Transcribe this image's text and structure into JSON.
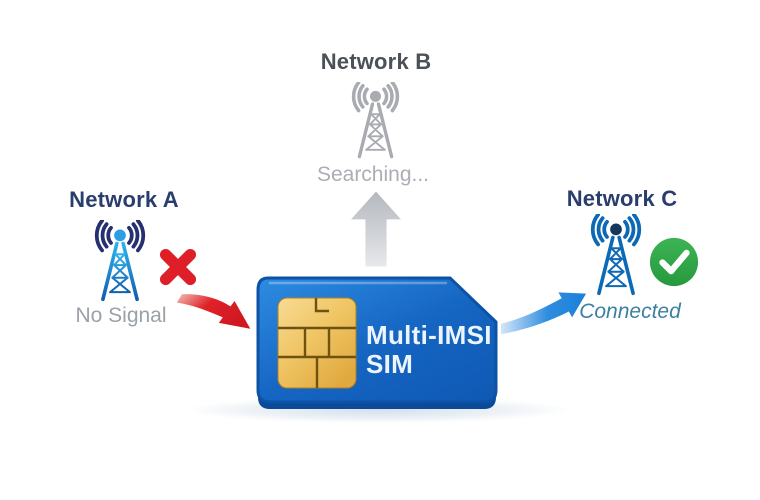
{
  "networks": {
    "a": {
      "name": "Network A",
      "status": "No Signal"
    },
    "b": {
      "name": "Network B",
      "status": "Searching..."
    },
    "c": {
      "name": "Network C",
      "status": "Connected"
    }
  },
  "sim_card": {
    "line1": "Multi-IMSI",
    "line2": "SIM"
  },
  "icons": {
    "network_a": "cell-tower-icon",
    "network_b": "cell-tower-icon",
    "network_c": "cell-tower-icon",
    "network_a_badge": "x-mark-icon",
    "network_c_badge": "check-circle-icon",
    "failover_out": "red-arrow-icon",
    "search_up": "gray-arrow-icon",
    "connect_in": "blue-arrow-icon",
    "sim": "sim-card-icon",
    "chip": "sim-chip-icon"
  },
  "colors": {
    "label_navy": "#2a3e6e",
    "label_gray": "#4c5158",
    "status_no_signal": "#9ba1a9",
    "status_searching": "#abaeb4",
    "status_connected": "#3c80a2",
    "tower_blue": "#0d68b6",
    "tower_gray": "#a8abb0",
    "wave_navy": "#27306f",
    "error_red": "#df1f28",
    "success_green": "#2da548",
    "sim_blue": "#1565c2",
    "sim_edge": "#0c52a6",
    "chip_gold": "#eec05a",
    "arrow_blue": "#1b7fd9",
    "arrow_gray": "#c6c9ce"
  }
}
